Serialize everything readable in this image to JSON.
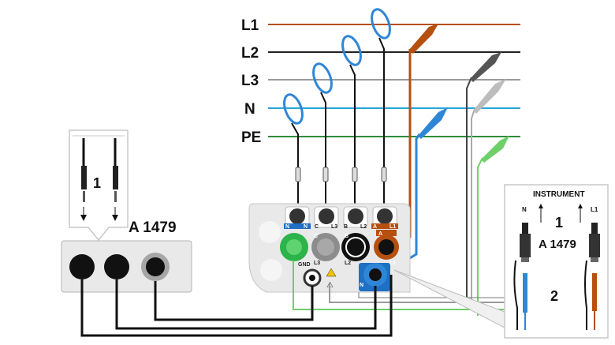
{
  "buses": [
    {
      "id": "L1",
      "label": "L1",
      "color": "#b5500f"
    },
    {
      "id": "L2",
      "label": "L2",
      "color": "#222222"
    },
    {
      "id": "L3",
      "label": "L3",
      "color": "#9a9a9a"
    },
    {
      "id": "N",
      "label": "N",
      "color": "#2aa7d6"
    },
    {
      "id": "PE",
      "label": "PE",
      "color": "#2e8b3a"
    }
  ],
  "adapter": {
    "name": "A 1479",
    "callout_number": "1"
  },
  "instrument_panel": {
    "voltage_terminals": [
      {
        "label": "N",
        "color": "#1f6fc4"
      },
      {
        "label": "C",
        "color": "#9a9a9a"
      },
      {
        "label": "B",
        "color": "#111111"
      },
      {
        "label": "A",
        "color": "#b5500f"
      },
      {
        "label": "GND",
        "color": "#2cb34a"
      }
    ],
    "current_inputs": [
      {
        "label": "N"
      },
      {
        "label": "L3"
      },
      {
        "label": "L2"
      },
      {
        "label": "L1"
      }
    ],
    "small_labels": {
      "n": "N",
      "n2": "N",
      "l3": "L3",
      "l2": "L2",
      "l1": "L1",
      "c": "C",
      "b": "B",
      "a": "A",
      "gnd": "GND",
      "l3b": "L3",
      "l2b": "L2",
      "l1b": "L1"
    }
  },
  "detail_box": {
    "title": "INSTRUMENT",
    "adapter_name": "A 1479",
    "num1": "1",
    "num2": "2",
    "left_label": "N",
    "right_label": "L1"
  },
  "colors": {
    "line_black": "#111111",
    "brown": "#b5500f",
    "blue_clamp": "#2f86d6",
    "gray": "#8a8a8a",
    "green_clip": "#6fcf6a",
    "device_bg": "#e9e9e9"
  }
}
